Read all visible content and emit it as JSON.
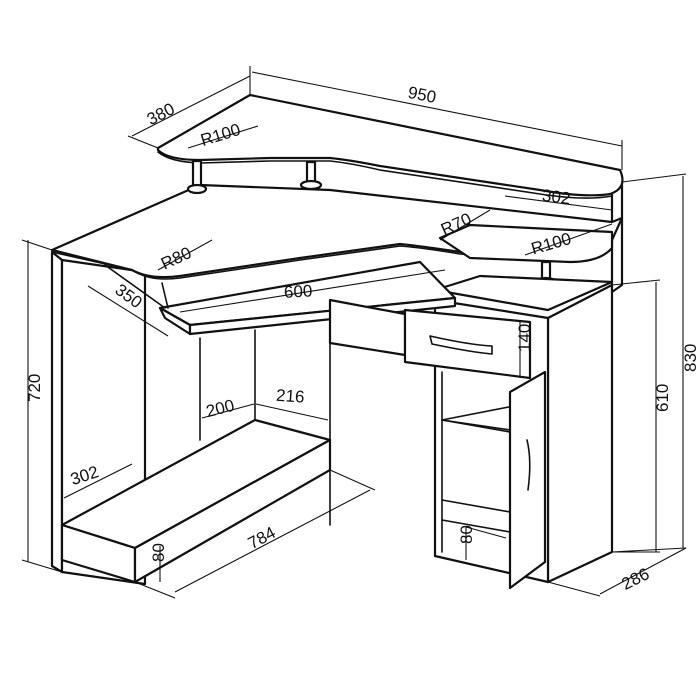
{
  "dimensions": {
    "overall_width": "950",
    "overall_depth": "380",
    "top_shelf_radius": "R100",
    "right_shelf_radius": "R100",
    "desk_corner_radius": "R80",
    "inner_radius": "R70",
    "keyboard_width": "600",
    "keyboard_depth": "350",
    "top_shelf_depth": "302",
    "footrest_depth": "302",
    "left_height": "720",
    "right_height": "830",
    "cabinet_height": "610",
    "drawer_height": "140",
    "gap_200": "200",
    "gap_216": "216",
    "footrest_length": "784",
    "plinth_left": "80",
    "plinth_right": "80",
    "cabinet_depth": "286"
  }
}
